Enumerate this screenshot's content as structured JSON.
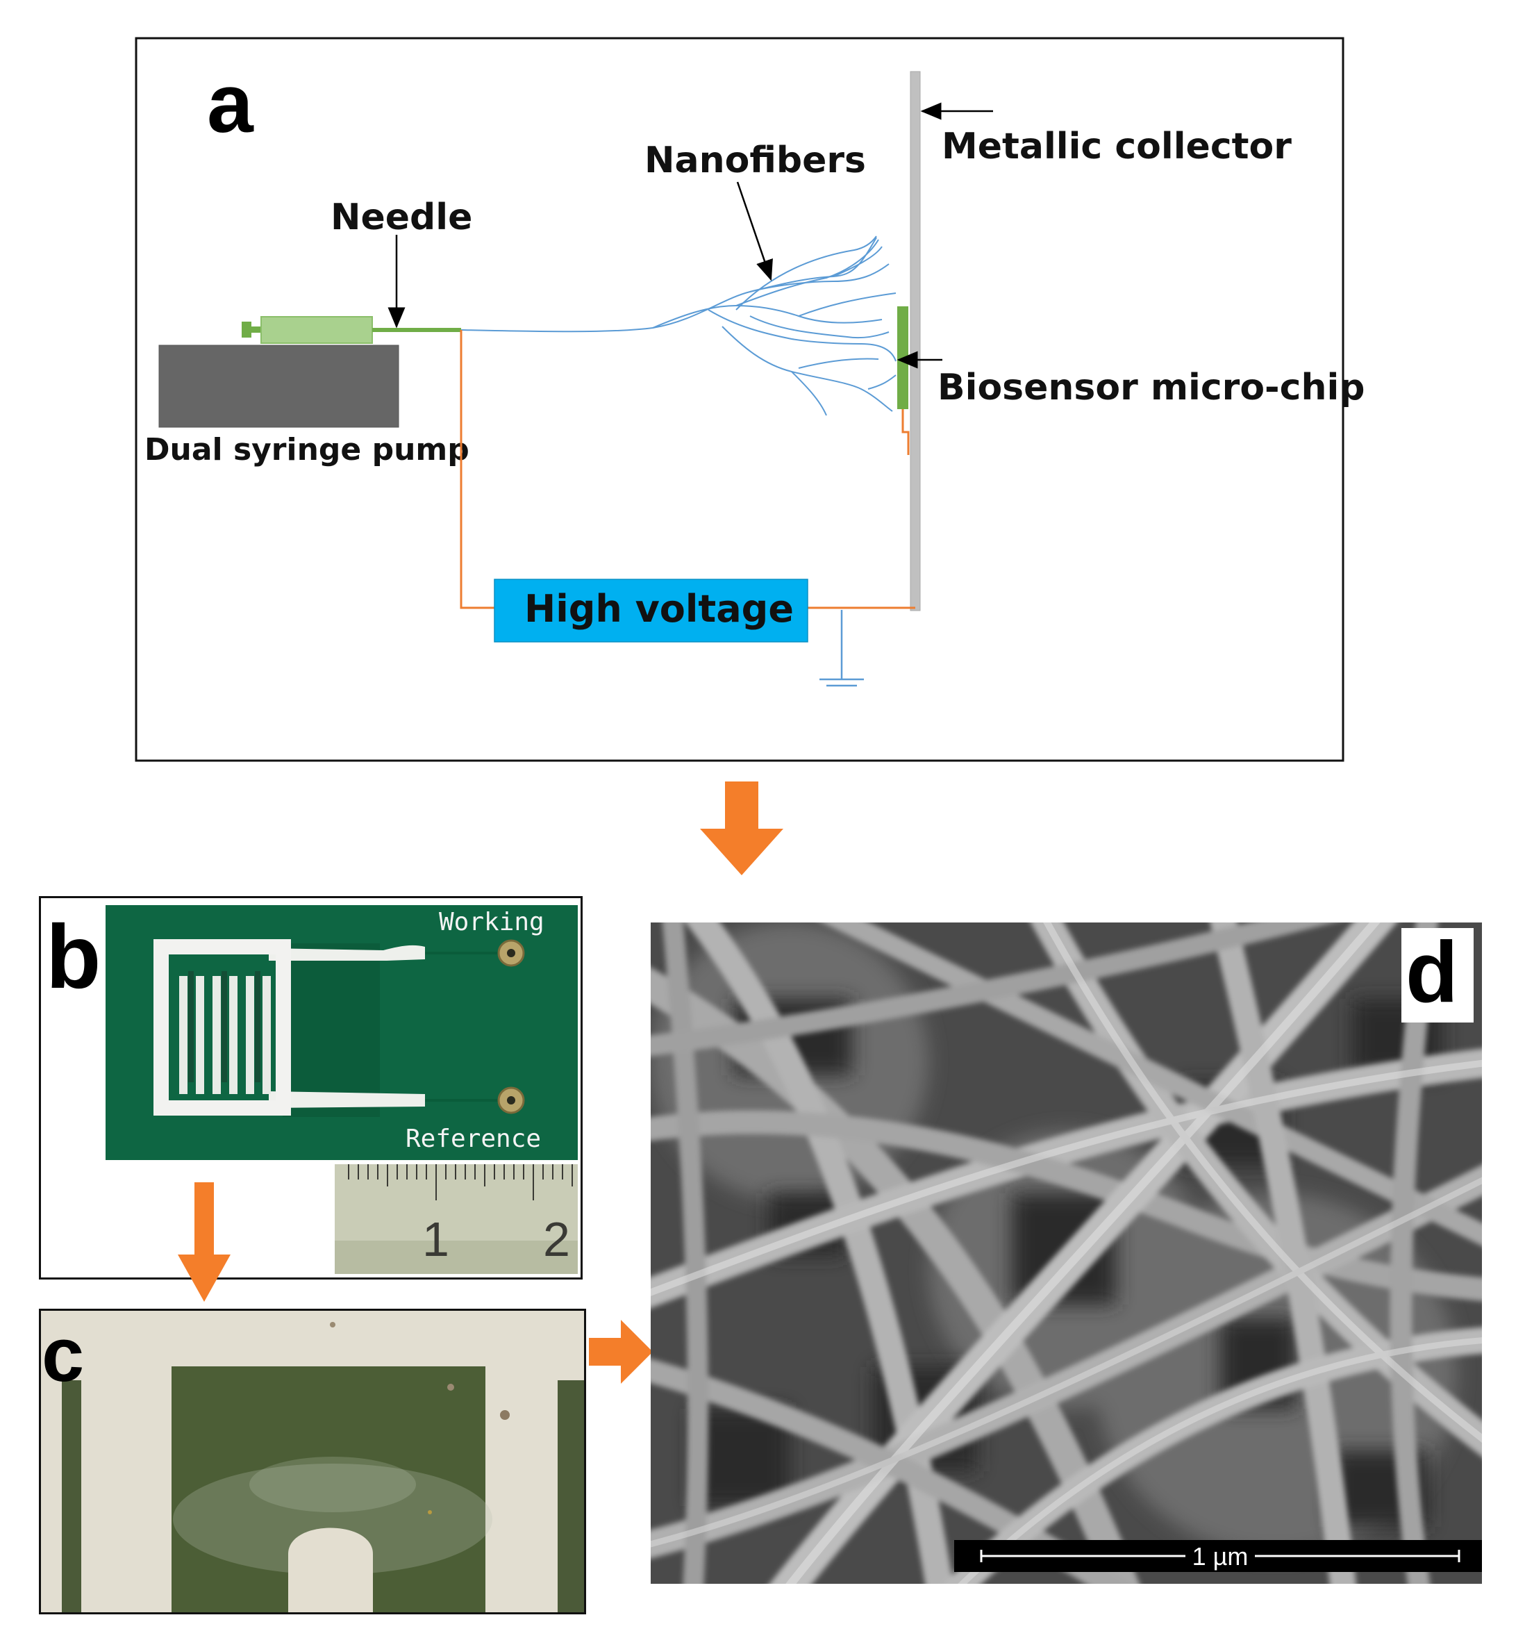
{
  "panel_a": {
    "letter": "a",
    "labels": {
      "needle": "Needle",
      "nanofibers": "Nanofibers",
      "metallic_collector": "Metallic collector",
      "biosensor_chip": "Biosensor micro-chip",
      "pump": "Dual syringe pump",
      "high_voltage": "High voltage"
    },
    "colors": {
      "syringe": "#a9d18e",
      "needle": "#70ad47",
      "wire": "#ed7d31",
      "high_voltage_box": "#00b0f0",
      "pump": "#666666",
      "collector": "#c0c0c0",
      "chip": "#70ad47",
      "fibers": "#5b9bd5",
      "ground": "#5b9bd5"
    }
  },
  "panel_b": {
    "letter": "b",
    "electrode_labels": {
      "working": "Working",
      "reference": "Reference"
    },
    "ruler_numbers": [
      "1",
      "2"
    ]
  },
  "panel_c": {
    "letter": "c"
  },
  "panel_d": {
    "letter": "d",
    "scale_bar": "1 µm"
  },
  "flow_arrow_color": "#f47e2a"
}
